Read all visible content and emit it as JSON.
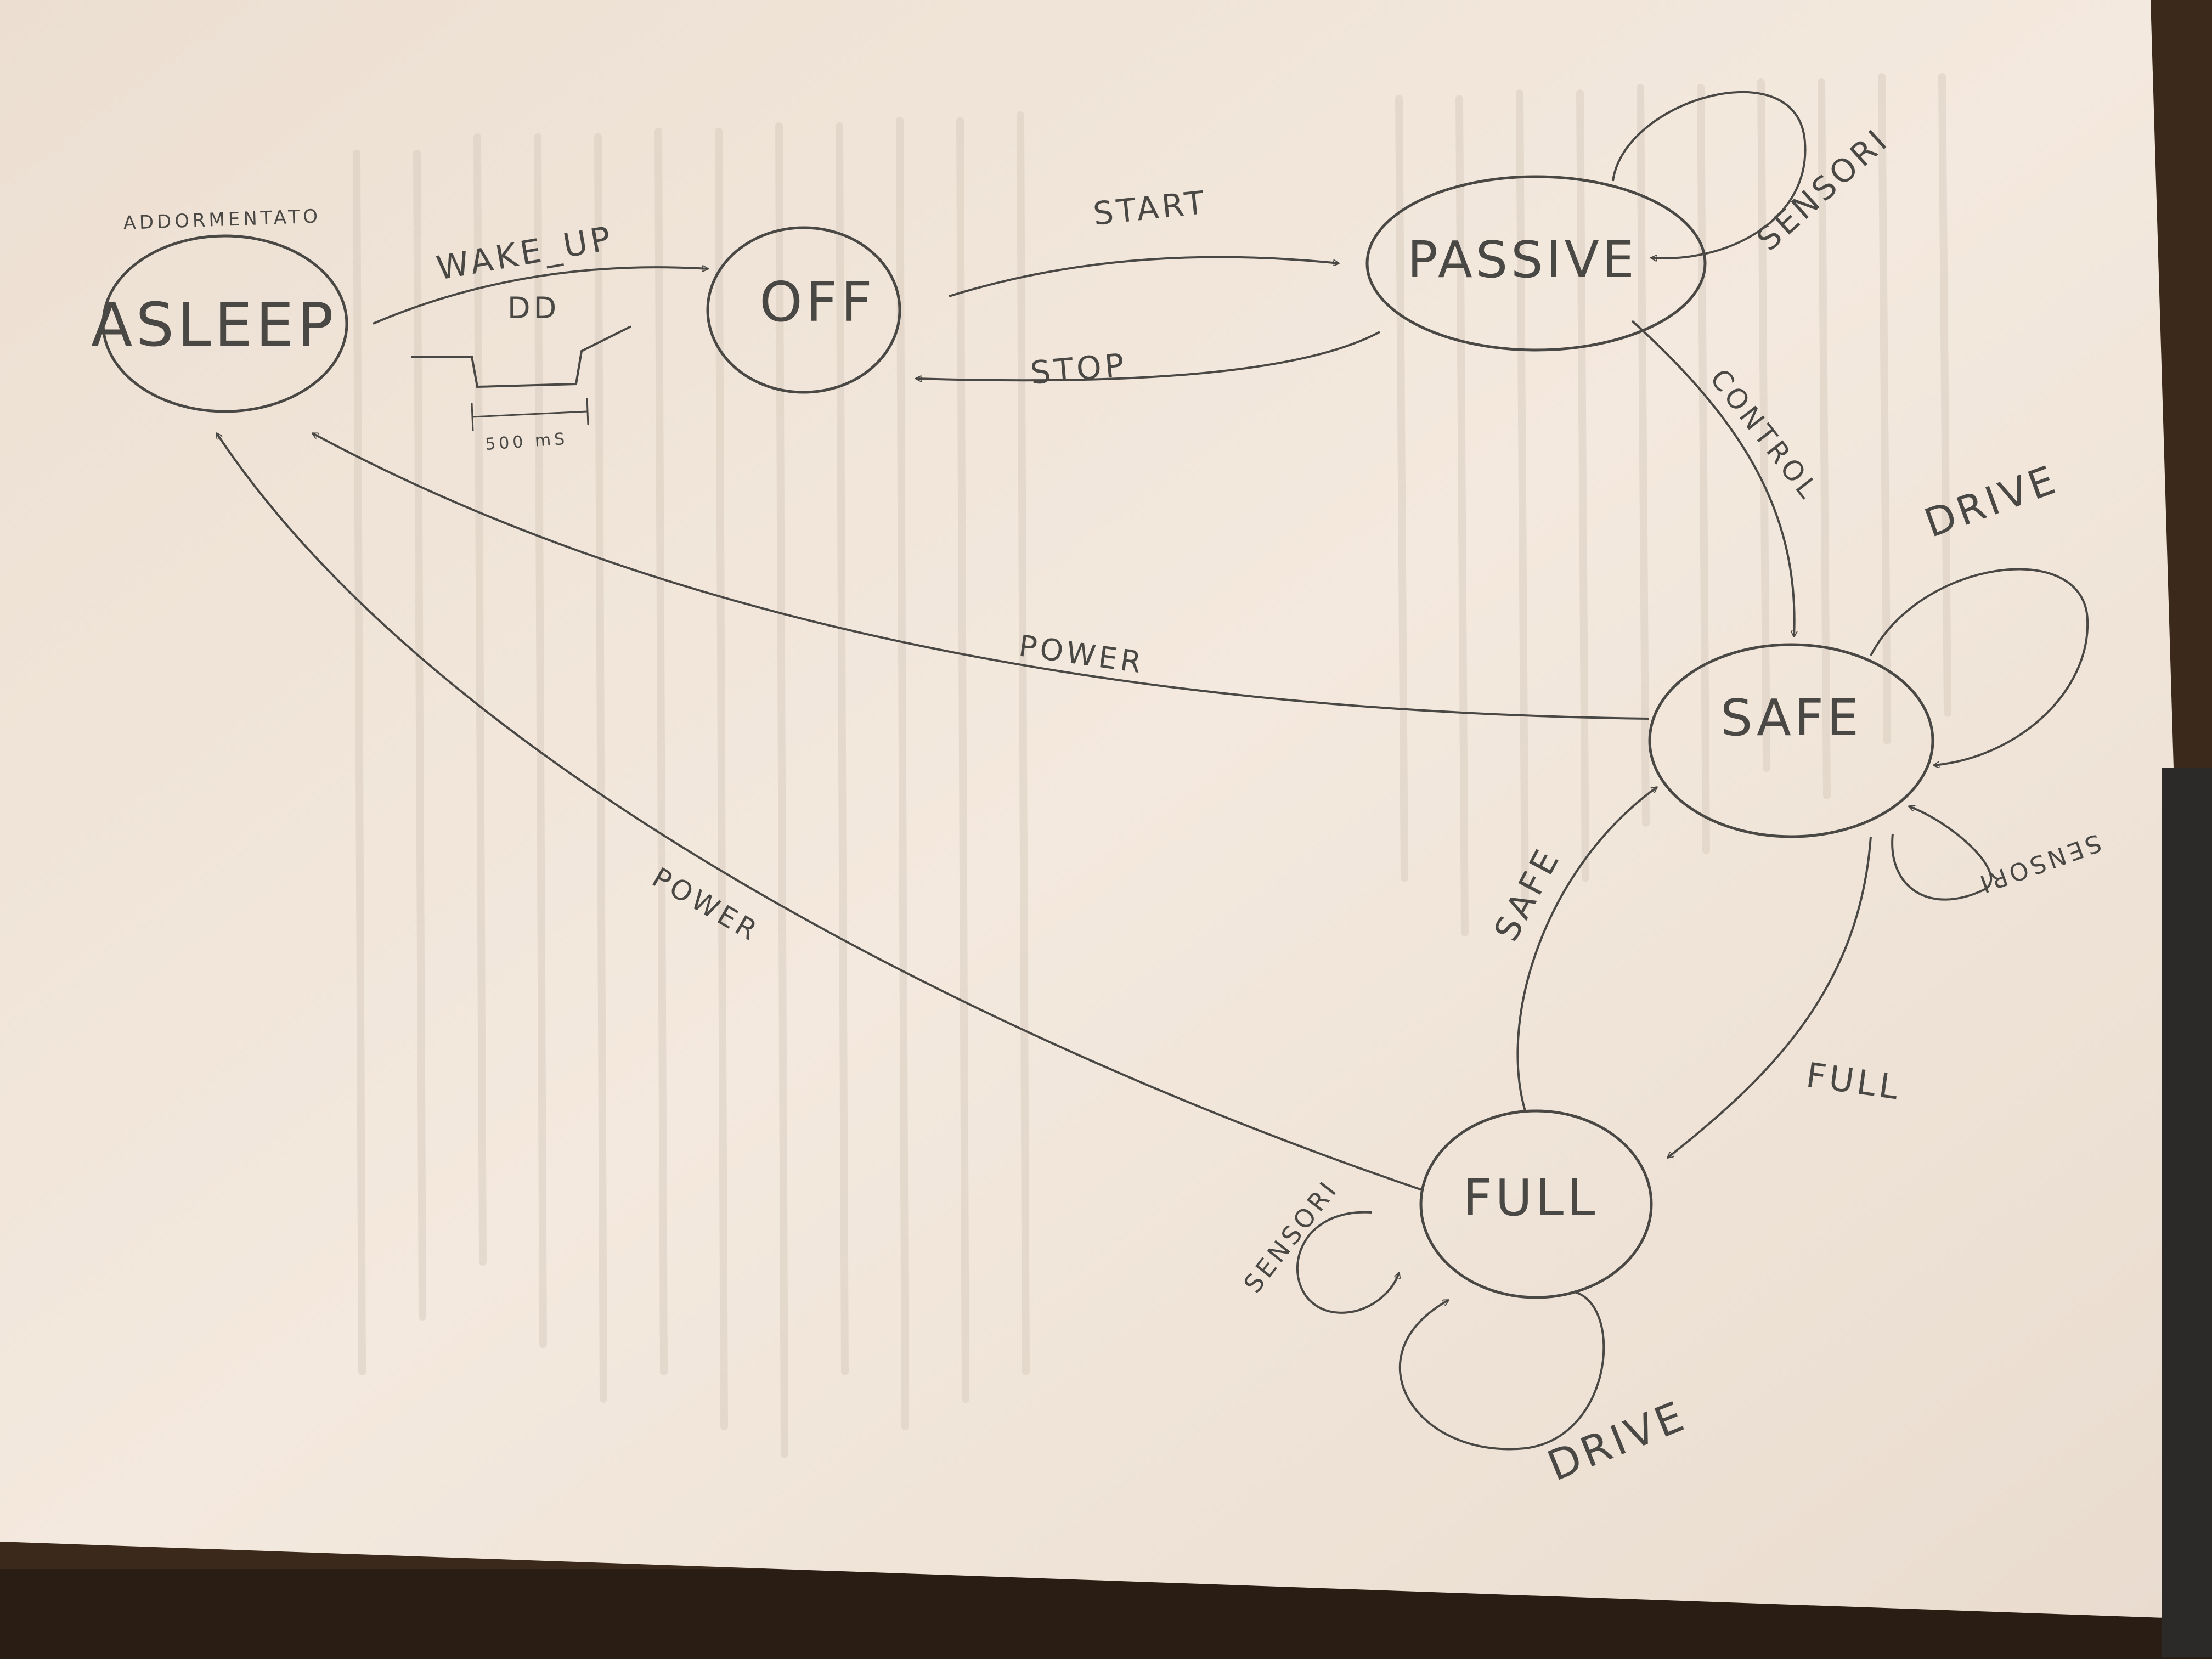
{
  "diagram": {
    "states": {
      "asleep": "ASLEEP",
      "off": "OFF",
      "passive": "PASSIVE",
      "safe": "SAFE",
      "full": "FULL"
    },
    "annotation": "ADDORMENTATO",
    "transitions": {
      "wake_up": "WAKE_UP",
      "dd": "DD",
      "pulse_width": "500 mS",
      "start": "START",
      "stop": "STOP",
      "sensori_passive": "SENSORI",
      "control": "CONTROL",
      "drive_safe": "DRIVE",
      "sensori_safe": "SENSORI",
      "power_safe": "POWER",
      "safe": "SAFE",
      "full": "FULL",
      "power_full": "POWER",
      "sensori_full": "SENSORI",
      "drive_full": "DRIVE"
    }
  },
  "colors": {
    "paper": "#f3e8dc",
    "pencil": "#4a4844",
    "background": "#3b2a1c"
  }
}
